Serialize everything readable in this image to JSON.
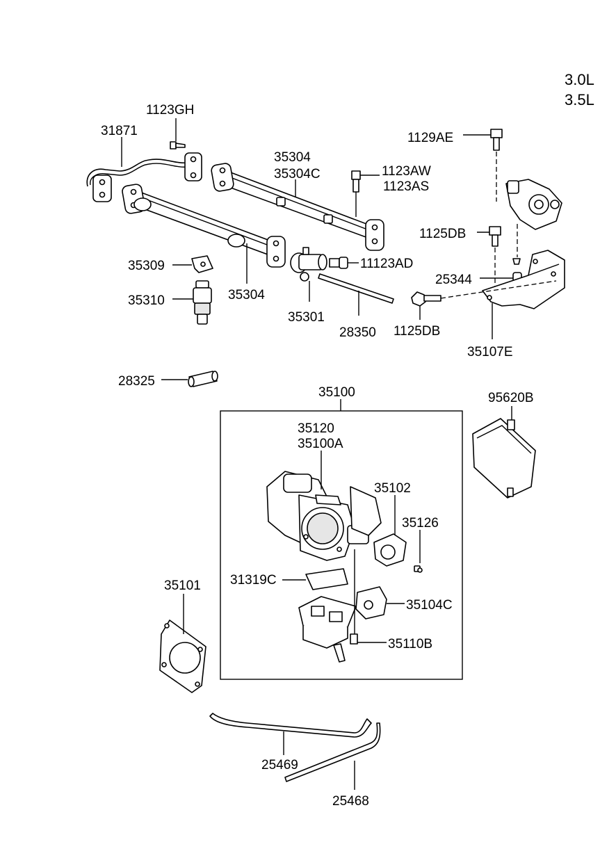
{
  "engine": {
    "variants": [
      "3.0L",
      "3.5L"
    ]
  },
  "callouts": {
    "p1123GH": "1123GH",
    "p31871": "31871",
    "p35304_top": "35304",
    "p35304C": "35304C",
    "p1123AW": "1123AW",
    "p1123AS": "1123AS",
    "p1129AE": "1129AE",
    "p1125DB_top": "1125DB",
    "p25344": "25344",
    "p35309": "35309",
    "p35310": "35310",
    "p35304_bottom": "35304",
    "p11123AD": "11123AD",
    "p35301": "35301",
    "p28350": "28350",
    "p1125DB_bottom": "1125DB",
    "p35107E": "35107E",
    "p28325": "28325",
    "p35100": "35100",
    "p95620B": "95620B",
    "p35120": "35120",
    "p35100A": "35100A",
    "p35102": "35102",
    "p35126": "35126",
    "p35101": "35101",
    "p31319C": "31319C",
    "p35104C": "35104C",
    "p35110B": "35110B",
    "p25469": "25469",
    "p25468": "25468"
  }
}
